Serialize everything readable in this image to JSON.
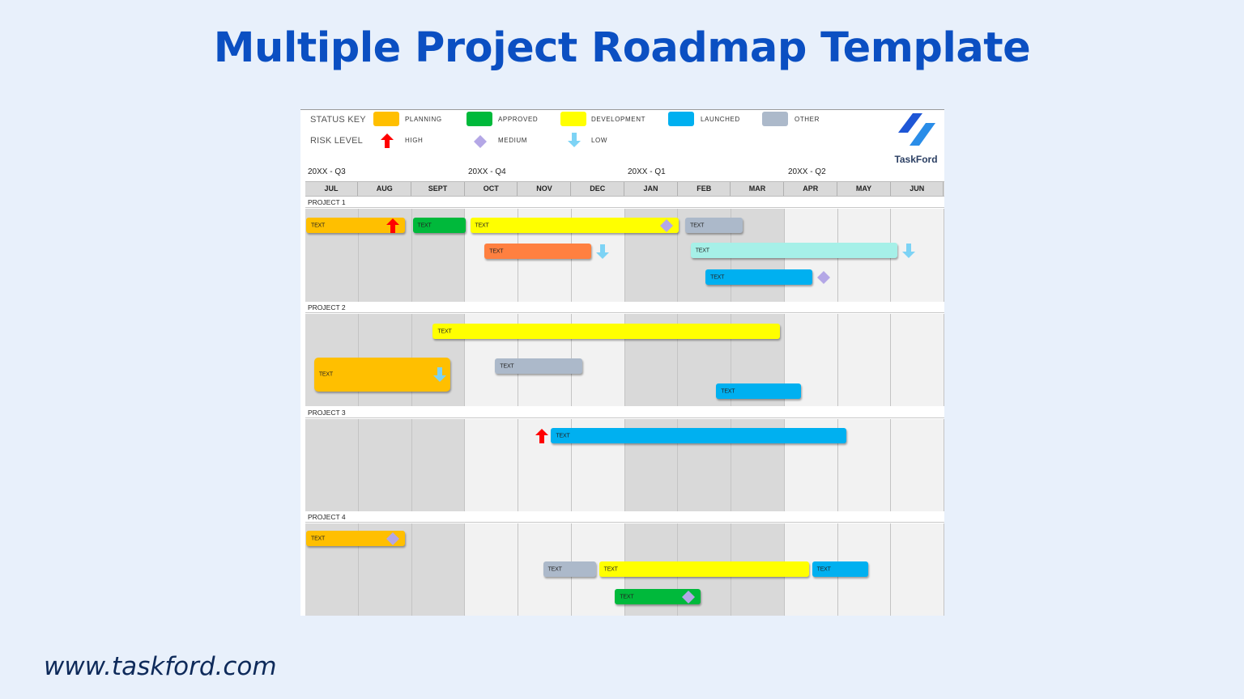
{
  "header": {
    "title": "Multiple Project Roadmap Template"
  },
  "footer": {
    "url": "www.taskford.com"
  },
  "colors": {
    "planning": "#ffbf00",
    "approved": "#00b93b",
    "development": "#ffff00",
    "launched": "#00b0f0",
    "other": "#acb9ca",
    "orange": "#ff8040",
    "aqua": "#a6f0e8"
  },
  "legend": {
    "status_key_label": "STATUS KEY",
    "risk_level_label": "RISK LEVEL",
    "statuses": [
      {
        "label": "PLANNING",
        "color": "#ffbf00"
      },
      {
        "label": "APPROVED",
        "color": "#00b93b"
      },
      {
        "label": "DEVELOPMENT",
        "color": "#ffff00"
      },
      {
        "label": "LAUNCHED",
        "color": "#00b0f0"
      },
      {
        "label": "OTHER",
        "color": "#acb9ca"
      }
    ],
    "risks": [
      {
        "label": "HIGH",
        "icon": "high-risk-arrow-icon"
      },
      {
        "label": "MEDIUM",
        "icon": "medium-risk-diamond-icon"
      },
      {
        "label": "LOW",
        "icon": "low-risk-arrow-icon"
      }
    ]
  },
  "logo": {
    "name": "TaskFord"
  },
  "quarters": [
    "20XX - Q3",
    "20XX - Q4",
    "20XX - Q1",
    "20XX - Q2"
  ],
  "months": [
    "JUL",
    "AUG",
    "SEPT",
    "OCT",
    "NOV",
    "DEC",
    "JAN",
    "FEB",
    "MAR",
    "APR",
    "MAY",
    "JUN"
  ],
  "projects": [
    {
      "label": "PROJECT 1",
      "tasks": [
        {
          "text": "TEXT",
          "status": "planning",
          "start": 0.0,
          "end": 1.85,
          "risk": "high"
        },
        {
          "text": "TEXT",
          "status": "approved",
          "start": 2.0,
          "end": 3.0
        },
        {
          "text": "TEXT",
          "status": "development",
          "start": 3.08,
          "end": 7.0,
          "risk": "medium"
        },
        {
          "text": "TEXT",
          "status": "other",
          "start": 7.12,
          "end": 8.2
        },
        {
          "text": "TEXT",
          "status": "orange",
          "start": 3.35,
          "end": 5.35,
          "risk": "low"
        },
        {
          "text": "TEXT",
          "status": "aqua",
          "start": 7.22,
          "end": 11.1,
          "risk": "low"
        },
        {
          "text": "TEXT",
          "status": "launched",
          "start": 7.5,
          "end": 9.5,
          "risk": "medium"
        }
      ]
    },
    {
      "label": "PROJECT 2",
      "tasks": [
        {
          "text": "TEXT",
          "status": "development",
          "start": 2.38,
          "end": 8.9
        },
        {
          "text": "TEXT",
          "status": "planning",
          "start": 0.15,
          "end": 2.7,
          "risk": "low"
        },
        {
          "text": "TEXT",
          "status": "other",
          "start": 3.55,
          "end": 5.18
        },
        {
          "text": "TEXT",
          "status": "launched",
          "start": 7.7,
          "end": 9.3
        }
      ]
    },
    {
      "label": "PROJECT 3",
      "tasks": [
        {
          "text": "TEXT",
          "status": "launched",
          "start": 4.6,
          "end": 10.15,
          "risk": "high"
        }
      ]
    },
    {
      "label": "PROJECT 4",
      "tasks": [
        {
          "text": "TEXT",
          "status": "planning",
          "start": 0.0,
          "end": 1.85,
          "risk": "medium"
        },
        {
          "text": "TEXT",
          "status": "other",
          "start": 4.45,
          "end": 5.45
        },
        {
          "text": "TEXT",
          "status": "development",
          "start": 5.5,
          "end": 9.45
        },
        {
          "text": "TEXT",
          "status": "launched",
          "start": 9.5,
          "end": 10.55
        },
        {
          "text": "TEXT",
          "status": "approved",
          "start": 5.8,
          "end": 7.4,
          "risk": "medium"
        }
      ]
    }
  ]
}
